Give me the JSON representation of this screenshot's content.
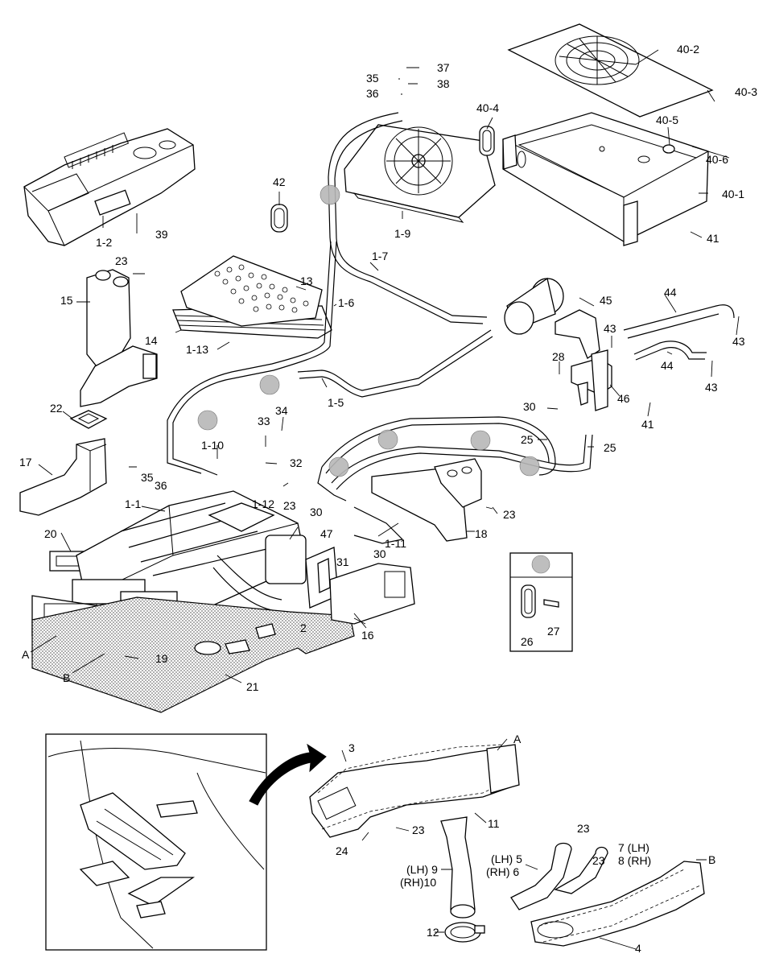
{
  "labels": {
    "l1_1": "1-1",
    "l1_2": "1-2",
    "l1_5": "1-5",
    "l1_6": "1-6",
    "l1_7": "1-7",
    "l1_9": "1-9",
    "l1_10": "1-10",
    "l1_11": "1-11",
    "l1_12": "1-12",
    "l1_13": "1-13",
    "l2": "2",
    "l3": "3",
    "l4": "4",
    "l5": "(LH) 5",
    "l6": "(RH) 6",
    "l7": "7 (LH)",
    "l8": "8 (RH)",
    "l9": "(LH) 9",
    "l10": "(RH)10",
    "l11": "11",
    "l12": "12",
    "l13": "13",
    "l14": "14",
    "l15": "15",
    "l16": "16",
    "l17": "17",
    "l18": "18",
    "l19": "19",
    "l20": "20",
    "l21": "21",
    "l22": "22",
    "l23a": "23",
    "l23b": "23",
    "l23c": "23",
    "l23d": "23",
    "l23e": "23",
    "l23f": "23",
    "l24": "24",
    "l25a": "25",
    "l25b": "25",
    "l26": "26",
    "l27": "27",
    "l28": "28",
    "l30a": "30",
    "l30b": "30",
    "l30c": "30",
    "l31": "31",
    "l32": "32",
    "l33": "33",
    "l34": "34",
    "l35a": "35",
    "l35b": "35",
    "l36a": "36",
    "l36b": "36",
    "l37": "37",
    "l38": "38",
    "l39": "39",
    "l40_1": "40-1",
    "l40_2": "40-2",
    "l40_3": "40-3",
    "l40_4": "40-4",
    "l40_5": "40-5",
    "l40_6": "40-6",
    "l41a": "41",
    "l41b": "41",
    "l42": "42",
    "l43a": "43",
    "l43b": "43",
    "l43c": "43",
    "l44a": "44",
    "l44b": "44",
    "l45": "45",
    "l46": "46",
    "l47": "47",
    "lA": "A",
    "lB": "B",
    "lA2": "A",
    "lB2": "B"
  },
  "colors": {
    "line": "#000000",
    "marker": "#b8b8b8",
    "dot_fill": "#d0d0d0"
  }
}
